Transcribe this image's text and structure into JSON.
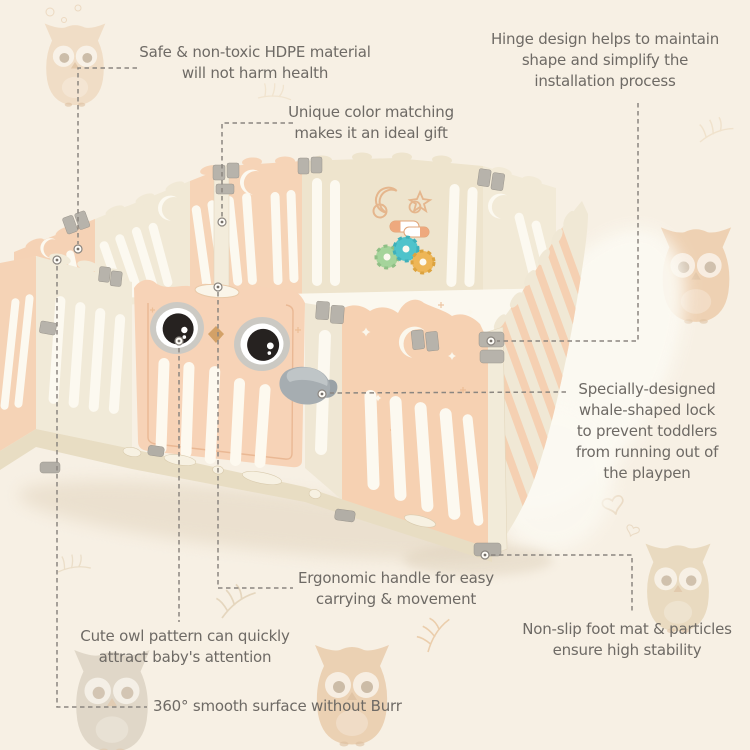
{
  "colors": {
    "background": "#f7f0e4",
    "annotation_text": "#6e6a65",
    "leader_line": "#8b8680",
    "panel_peach": "#f6d3b5",
    "panel_cream": "#f0e8d5",
    "slot_white": "#fcf9f0",
    "hardware_gray": "#b7b3ab",
    "whale_lock_gray": "#a6adb1",
    "owl_nose_tan": "#d3a167",
    "toy_green": "#a5d49b",
    "toy_teal": "#4fc3cb",
    "toy_yellow": "#eeb657"
  },
  "icons": {
    "watermark": "owl-icon",
    "leader_endpoint": "dot-marker-icon",
    "door_decor": "owl-face-icon",
    "lock": "whale-icon",
    "panel_cutout": "moon-icon"
  },
  "annotations": {
    "hdpe": {
      "line1": "Safe & non-toxic HDPE material",
      "line2": "will not harm health"
    },
    "color_matching": {
      "line1": "Unique color matching",
      "line2": "makes it an ideal gift"
    },
    "hinge": {
      "line1": "Hinge design helps to maintain",
      "line2": "shape and simplify the",
      "line3": "installation process"
    },
    "whale_lock": {
      "line1": "Specially-designed",
      "line2": "whale-shaped lock",
      "line3": "to prevent toddlers",
      "line4": "from running out of",
      "line5": "the playpen"
    },
    "handle": {
      "line1": "Ergonomic handle for easy",
      "line2": "carrying & movement"
    },
    "owl_pattern": {
      "line1": "Cute owl pattern can quickly",
      "line2": "attract baby's attention"
    },
    "foot_mat": {
      "line1": "Non-slip foot mat & particles",
      "line2": "ensure high stability"
    },
    "smooth_surface": {
      "line1": "360° smooth surface without Burr"
    }
  }
}
